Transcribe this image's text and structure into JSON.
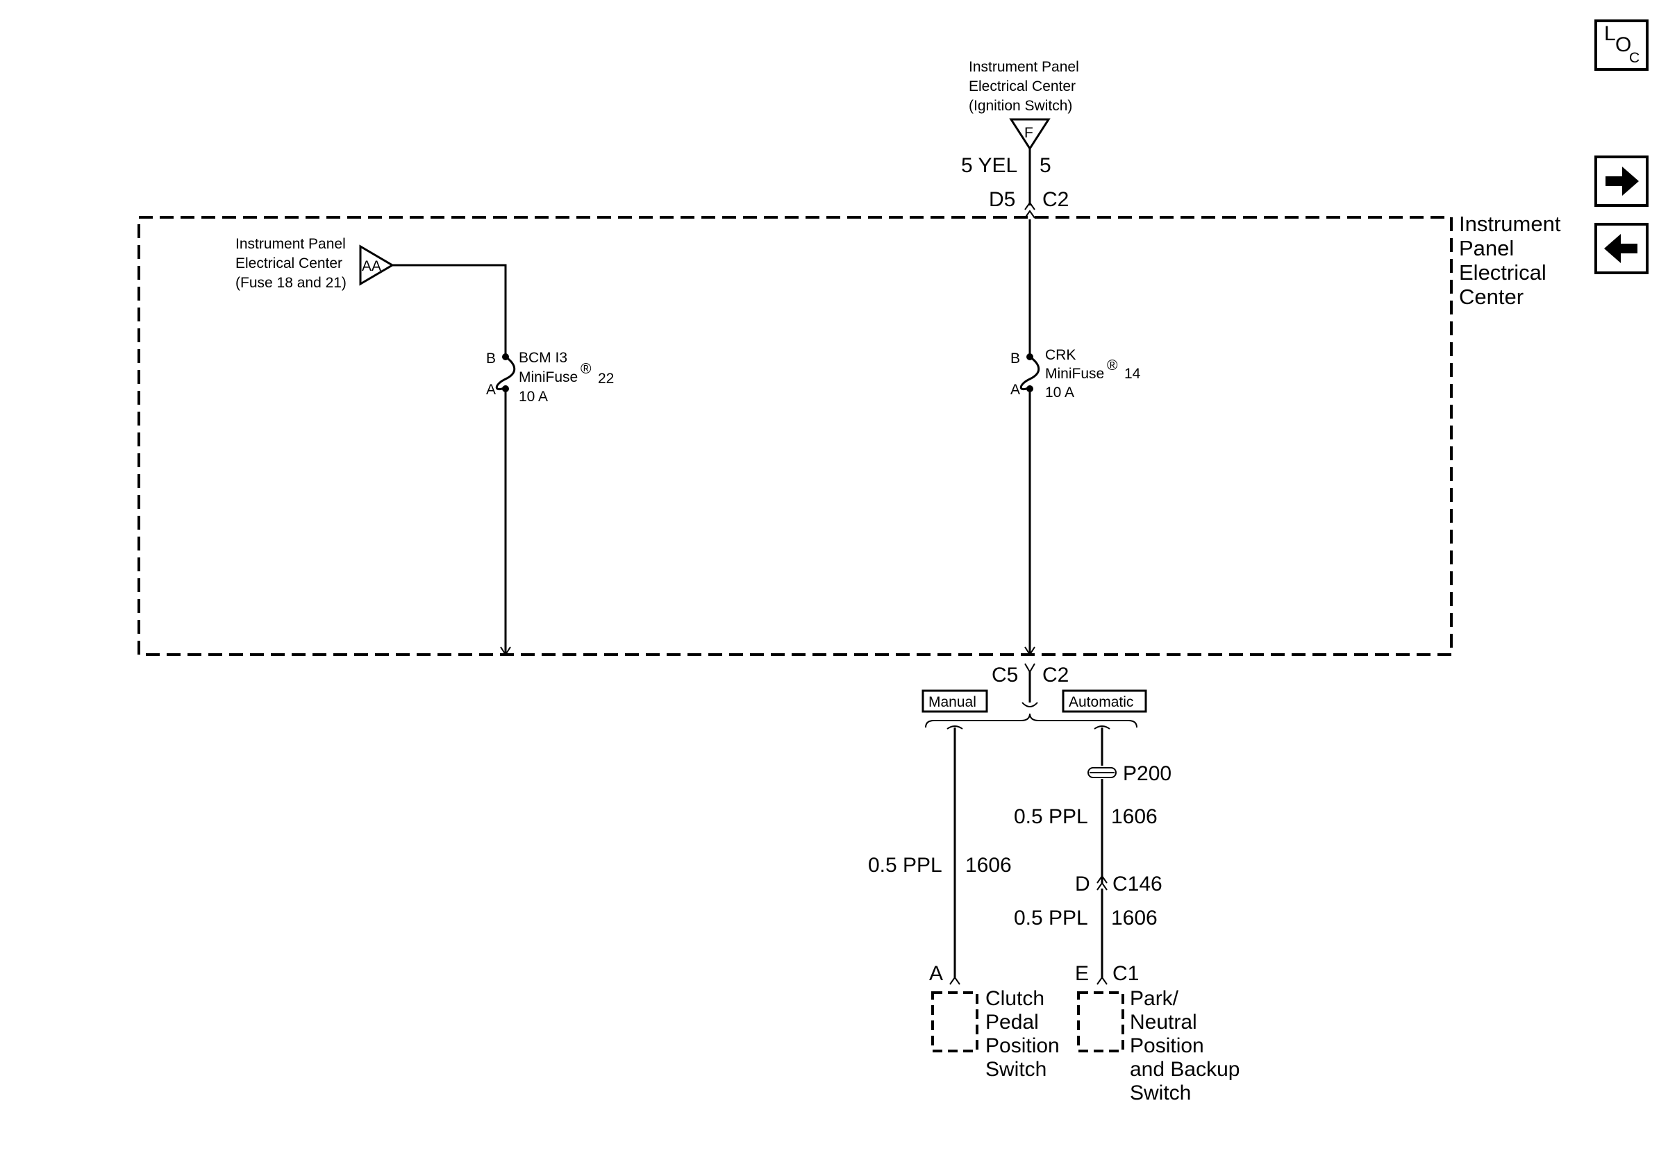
{
  "nav": {
    "loc": {
      "l": "L",
      "o": "O",
      "c": "C"
    },
    "next_icon": "arrow-right-icon",
    "prev_icon": "arrow-left-icon"
  },
  "top_source": {
    "line1": "Instrument Panel",
    "line2": "Electrical Center",
    "line3": "(Ignition Switch)",
    "symbol": "F",
    "wire_left": "5 YEL",
    "wire_right": "5",
    "conn_left": "D5",
    "conn_right": "C2"
  },
  "panel": {
    "line1": "Instrument",
    "line2": "Panel",
    "line3": "Electrical",
    "line4": "Center"
  },
  "left_source": {
    "line1": "Instrument Panel",
    "line2": "Electrical Center",
    "line3": "(Fuse 18 and 21)",
    "symbol": "AA"
  },
  "fuse_left": {
    "pin_b": "B",
    "pin_a": "A",
    "name": "BCM I3",
    "type": "MiniFuse",
    "reg": "®",
    "num": "22",
    "rating": "10 A"
  },
  "fuse_right": {
    "pin_b": "B",
    "pin_a": "A",
    "name": "CRK",
    "type": "MiniFuse",
    "reg": "®",
    "num": "14",
    "rating": "10 A"
  },
  "bottom_conn": {
    "left": "C5",
    "right": "C2"
  },
  "options": {
    "manual": "Manual",
    "automatic": "Automatic"
  },
  "splice": {
    "name": "P200"
  },
  "wires": {
    "manual": {
      "gauge": "0.5 PPL",
      "circuit": "1606"
    },
    "auto_upper": {
      "gauge": "0.5 PPL",
      "circuit": "1606"
    },
    "auto_lower": {
      "gauge": "0.5 PPL",
      "circuit": "1606"
    }
  },
  "inline_conn": {
    "pin": "D",
    "name": "C146"
  },
  "clutch_switch": {
    "pin": "A",
    "line1": "Clutch",
    "line2": "Pedal",
    "line3": "Position",
    "line4": "Switch"
  },
  "pnp_switch": {
    "pin": "E",
    "conn": "C1",
    "line1": "Park/",
    "line2": "Neutral",
    "line3": "Position",
    "line4": "and Backup",
    "line5": "Switch"
  }
}
